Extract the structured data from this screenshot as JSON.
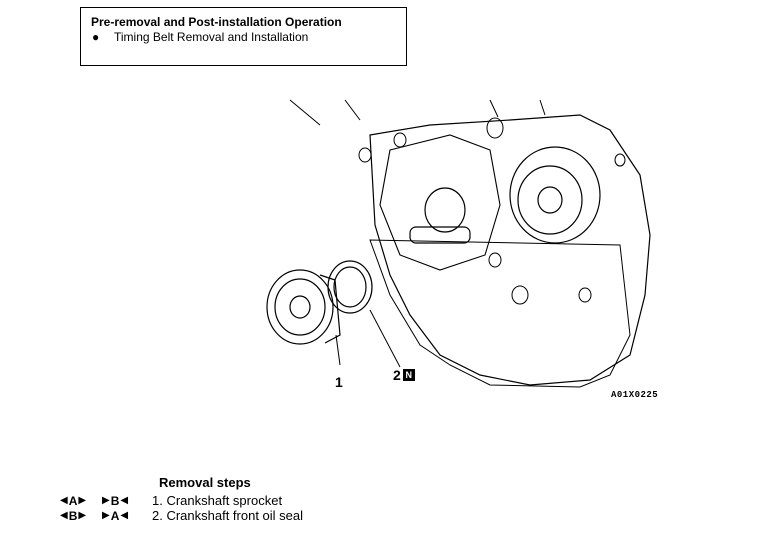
{
  "note": {
    "title": "Pre-removal and Post-installation Operation",
    "bullet_symbol": "●",
    "item": "Timing Belt Removal and Installation"
  },
  "figure": {
    "callout_1": "1",
    "callout_2": "2",
    "callout_2_badge": "N",
    "code": "A01X0225"
  },
  "removal": {
    "heading": "Removal steps",
    "steps": [
      {
        "left_mark": "A",
        "right_mark": "B",
        "text": "1. Crankshaft sprocket"
      },
      {
        "left_mark": "B",
        "right_mark": "A",
        "text": "2. Crankshaft front oil seal"
      }
    ]
  }
}
